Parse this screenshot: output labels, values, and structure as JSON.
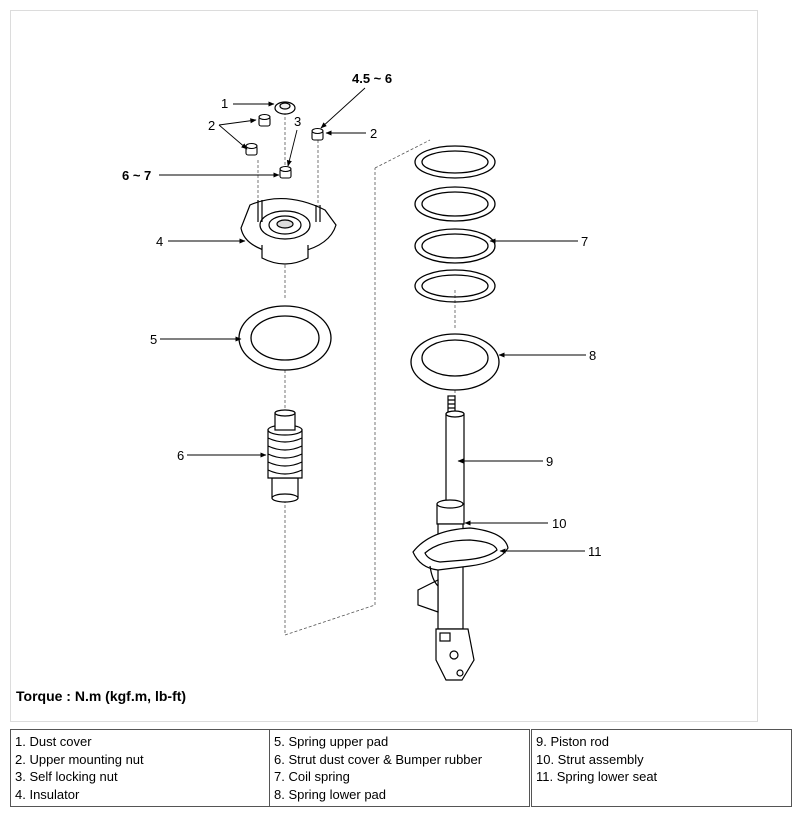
{
  "callouts": {
    "c1": "1",
    "c2a": "2",
    "c2b": "2",
    "c3": "3",
    "c4": "4",
    "c5": "5",
    "c6": "6",
    "c7": "7",
    "c8": "8",
    "c9": "9",
    "c10": "10",
    "c11": "11",
    "torque_upper_nut": "4.5 ~ 6",
    "torque_self_locking_nut": "6 ~ 7"
  },
  "torque_caption": "Torque : N.m (kgf.m, lb-ft)",
  "legend": {
    "col1": [
      "1. Dust cover",
      "2. Upper mounting nut",
      "3. Self locking nut",
      "4. Insulator"
    ],
    "col2": [
      "5. Spring upper pad",
      "6. Strut dust cover & Bumper rubber",
      "7. Coil spring",
      "8. Spring lower pad"
    ],
    "col3": [
      "9. Piston rod",
      "10. Strut assembly",
      "11. Spring lower seat"
    ]
  }
}
